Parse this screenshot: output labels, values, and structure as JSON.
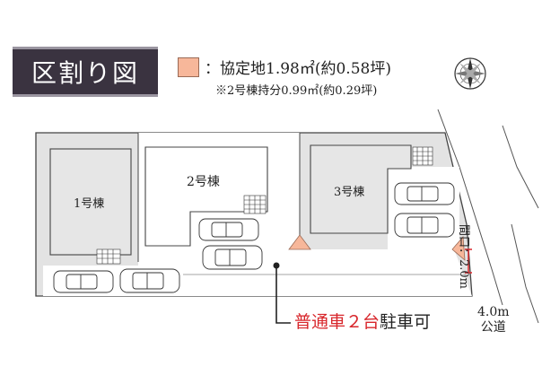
{
  "title": "区割り図",
  "legend": {
    "main": "：協定地1.98㎡(約0.58坪)",
    "sub": "※2号棟持分0.99㎡(約0.29坪)",
    "swatch_color": "#f7b79a"
  },
  "buildings": [
    {
      "label": "1号棟"
    },
    {
      "label": "2号棟"
    },
    {
      "label": "3号棟"
    }
  ],
  "parking": {
    "highlight": "普通車２台",
    "rest": "駐車可",
    "highlight_color": "#d8262b"
  },
  "frontage": "間口：2.0m",
  "road": {
    "width": "4.0m",
    "type": "公道"
  },
  "icons": {
    "compass": "compass-icon"
  }
}
